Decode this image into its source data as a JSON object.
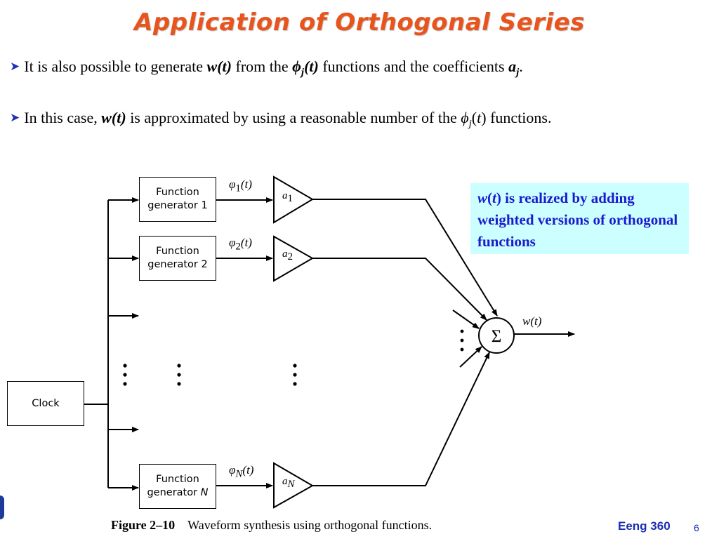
{
  "title": "Application of Orthogonal Series",
  "bullets": {
    "b1": {
      "pre": "It is also possible to generate ",
      "w": "w",
      "lp": "(",
      "t": "t",
      "rp": ")",
      "mid": " from the ",
      "phi": "ϕ",
      "j": "j",
      "post": " functions and the coefficients ",
      "a": "a",
      "end": "."
    },
    "b2": {
      "pre": "In this case, ",
      "w": "w",
      "t": "t",
      "mid": " is approximated by using a reasonable number of the ",
      "phi": "ϕ",
      "j": "j",
      "t2": "t",
      "post": " functions."
    }
  },
  "callout": {
    "w": "w",
    "t": "t",
    "text": " is realized by adding weighted versions of orthogonal functions"
  },
  "diagram": {
    "clock_label": "Clock",
    "generators": [
      {
        "line1": "Function",
        "line2": "generator 1"
      },
      {
        "line1": "Function",
        "line2": "generator 2"
      },
      {
        "line1": "Function",
        "line2_prefix": "generator ",
        "line2_var": "N"
      }
    ],
    "signals": [
      {
        "sym": "φ",
        "sub": "1",
        "arg": "(t)"
      },
      {
        "sym": "φ",
        "sub": "2",
        "arg": "(t)"
      },
      {
        "sym": "φ",
        "sub": "N",
        "arg": "(t)"
      }
    ],
    "gains": [
      {
        "sym": "a",
        "sub": "1"
      },
      {
        "sym": "a",
        "sub": "2"
      },
      {
        "sym": "a",
        "sub": "N"
      }
    ],
    "sum_symbol": "Σ",
    "output_label": "w(t)"
  },
  "caption": {
    "figure": "Figure 2–10",
    "text": "Waveform synthesis using orthogonal functions."
  },
  "footer": {
    "course": "Eeng 360",
    "page": "6"
  },
  "colors": {
    "title": "#e8541c",
    "bullet_arrow": "#1f2fb8",
    "callout_bg": "#ccffff",
    "callout_text": "#1a1ad0",
    "footer_text": "#1a2db0"
  }
}
